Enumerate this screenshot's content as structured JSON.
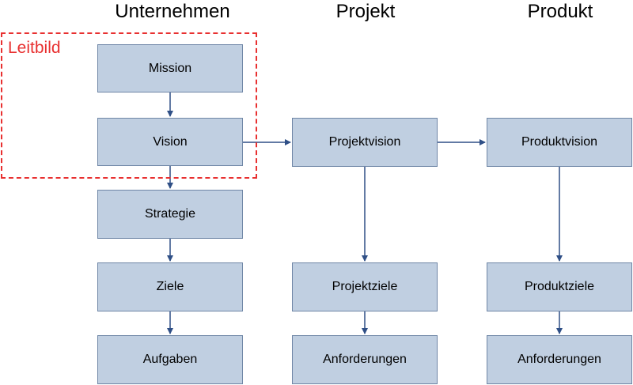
{
  "headers": {
    "company": "Unternehmen",
    "project": "Projekt",
    "product": "Produkt"
  },
  "leitbild": {
    "label": "Leitbild",
    "color": "#e83030"
  },
  "boxes": {
    "mission": "Mission",
    "vision": "Vision",
    "strategie": "Strategie",
    "ziele": "Ziele",
    "aufgaben": "Aufgaben",
    "projektvision": "Projektvision",
    "projektziele": "Projektziele",
    "projekt_anforderungen": "Anforderungen",
    "produktvision": "Produktvision",
    "produktziele": "Produktziele",
    "produkt_anforderungen": "Anforderungen"
  },
  "colors": {
    "box_fill": "#c0cfe1",
    "box_border": "#6f86a6",
    "arrow": "#2f4f86"
  }
}
